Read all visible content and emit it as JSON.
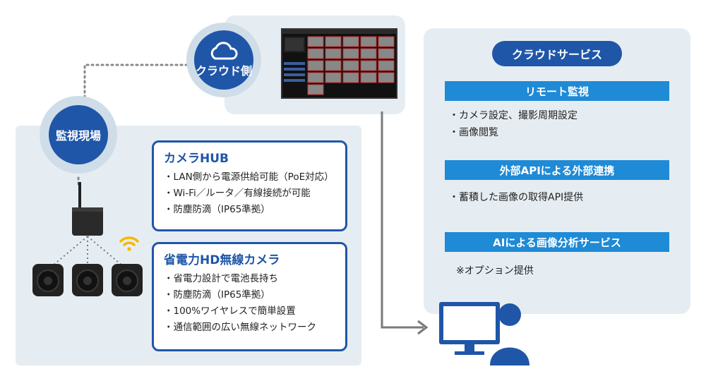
{
  "cloud_side": {
    "label": "クラウド側"
  },
  "site": {
    "label": "監視現場"
  },
  "hub": {
    "title": "カメラHUB",
    "items": [
      "・LAN側から電源供給可能（PoE対応）",
      "・Wi-Fi／ルータ／有線接続が可能",
      "・防塵防滴（IP65準拠）"
    ]
  },
  "camera": {
    "title": "省電力HD無線カメラ",
    "items": [
      "・省電力設計で電池長持ち",
      "・防塵防滴（IP65準拠）",
      "・100%ワイヤレスで簡単設置",
      "・通信範囲の広い無線ネットワーク"
    ]
  },
  "service": {
    "title": "クラウドサービス",
    "sections": [
      {
        "header": "リモート監視",
        "items": [
          "・カメラ設定、撮影周期設定",
          "・画像閲覧"
        ]
      },
      {
        "header": "外部APIによる外部連携",
        "items": [
          "・蓄積した画像の取得API提供"
        ]
      },
      {
        "header": "AIによる画像分析サービス",
        "items": [
          "※オプション提供"
        ]
      }
    ]
  },
  "colors": {
    "primary": "#1f56a8",
    "accent": "#1f8ad6",
    "panel": "#e6edf2",
    "wifi": "#f5b800"
  },
  "icons": {
    "cloud": "cloud-icon",
    "hub": "camera-hub-icon",
    "camera": "wireless-camera-icon",
    "wifi": "wifi-icon",
    "user": "user-at-monitor-icon"
  }
}
